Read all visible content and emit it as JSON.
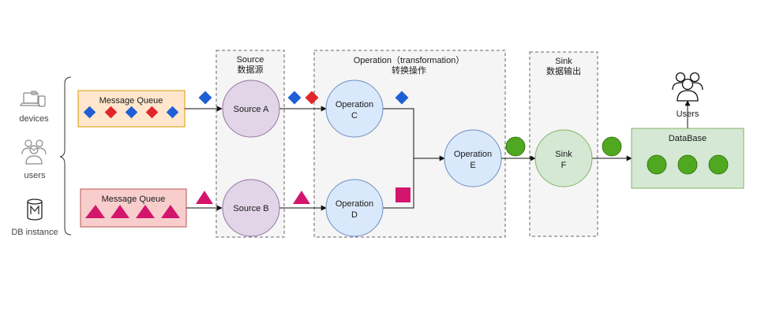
{
  "sources": {
    "devices": "devices",
    "users": "users",
    "db_instance": "DB instance"
  },
  "queues": {
    "top": "Message Queue",
    "bottom": "Message Queue"
  },
  "groups": {
    "source": {
      "title": "Source",
      "subtitle": "数据源"
    },
    "operation": {
      "title": "Operation（transformation）",
      "subtitle": "转换操作"
    },
    "sink": {
      "title": "Sink",
      "subtitle": "数据输出"
    }
  },
  "nodes": {
    "source_a": "Source A",
    "source_b": "Source B",
    "op_c": {
      "line1": "Operation",
      "line2": "C"
    },
    "op_d": {
      "line1": "Operation",
      "line2": "D"
    },
    "op_e": {
      "line1": "Operation",
      "line2": "E"
    },
    "sink_f": {
      "line1": "Sink",
      "line2": "F"
    }
  },
  "database": "DataBase",
  "users_top": "Users",
  "icons": [
    "devices-icon",
    "users-icon",
    "database-icon",
    "people-group-icon"
  ],
  "colors": {
    "blue_diamond": "#1f5fd6",
    "red_diamond": "#e0262b",
    "magenta": "#d3156e",
    "green_ball": "#4fa81f",
    "source_node": "#e1d5e7",
    "source_node_border": "#9673a6",
    "op_node": "#dae8fc",
    "op_node_border": "#6c8ebf",
    "sink_node": "#d5e8d4",
    "sink_node_border": "#82b366",
    "queue_top_fill": "#ffe6cc",
    "queue_top_border": "#d79b00",
    "queue_bottom_fill": "#f8cecc",
    "queue_bottom_border": "#b85450",
    "group_fill": "#f5f5f5",
    "group_border": "#666666"
  }
}
